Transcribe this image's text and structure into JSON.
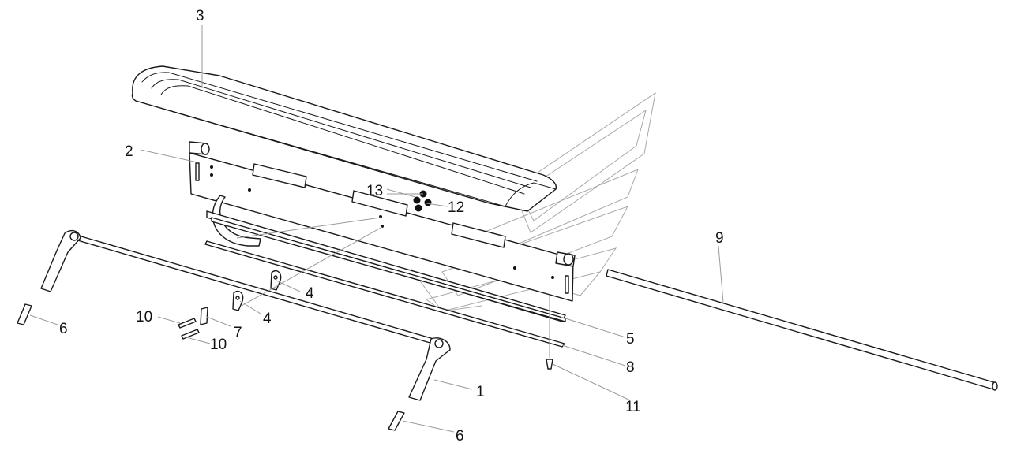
{
  "diagram": {
    "callouts": {
      "c1": "1",
      "c2": "2",
      "c3": "3",
      "c4a": "4",
      "c4b": "4",
      "c5": "5",
      "c6a": "6",
      "c6b": "6",
      "c7": "7",
      "c8": "8",
      "c9": "9",
      "c10a": "10",
      "c10b": "10",
      "c11": "11",
      "c12": "12",
      "c13": "13"
    },
    "colors": {
      "line": "#1a1a1a",
      "leader": "#9a9a9a",
      "watermark": "#a8a8a8",
      "background": "#ffffff"
    }
  }
}
